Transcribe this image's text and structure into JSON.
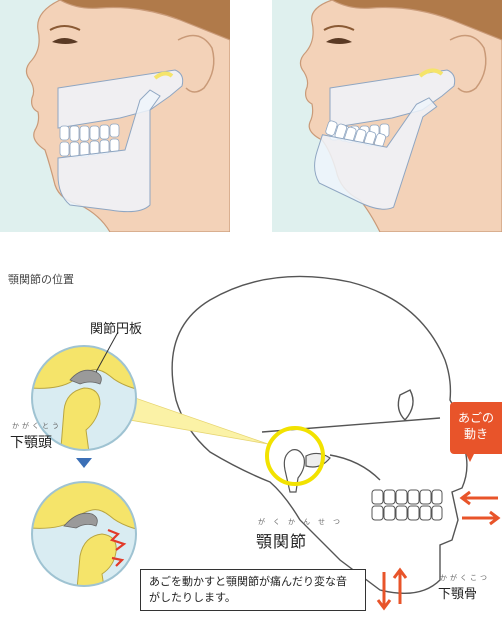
{
  "section_title": "顎関節の位置",
  "labels": {
    "articular_disc": "関節円板",
    "mandibular_condyle": "下顎頭",
    "mandibular_condyle_ruby": "かがくとう",
    "tmj": "顎関節",
    "tmj_ruby": "がくかんせつ",
    "mandible": "下顎骨",
    "mandible_ruby": "かがくこつ",
    "jaw_movement_line1": "あごの",
    "jaw_movement_line2": "動き"
  },
  "note": "あごを動かすと顎関節が痛んだり変な音がしたりします。",
  "colors": {
    "panel_bg": "#dff0ee",
    "skin": "#f3d2b8",
    "bone": "#eef4fb",
    "bone_outline": "#8fa6c2",
    "disc_yellow": "#f5e46a",
    "highlight_ring": "#f2e200",
    "accent_orange": "#e8542a",
    "callout_yellow": "#fbf2a6",
    "callout_blue": "#d9ecf2"
  }
}
